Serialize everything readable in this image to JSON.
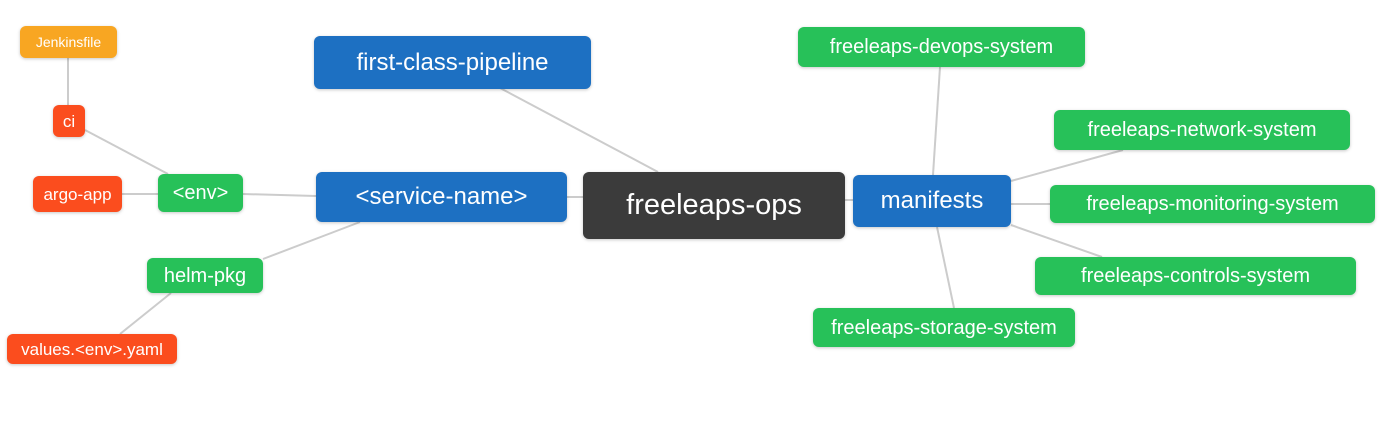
{
  "diagram": {
    "type": "mindmap",
    "root_label": "freeleaps-ops"
  },
  "palette": {
    "root_node": "#3b3b3b",
    "branch_node": "#1d70c2",
    "group_node": "#27c159",
    "item_node": "#fb4d1e",
    "file_node": "#f8a622",
    "edge": "#cccccc",
    "node_text": "#ffffff",
    "background": "#ffffff"
  },
  "nodes": [
    {
      "id": "jenkinsfile",
      "label": "Jenkinsfile",
      "level": "file",
      "parent": "ci"
    },
    {
      "id": "ci",
      "label": "ci",
      "level": "item",
      "parent": "env"
    },
    {
      "id": "argo-app",
      "label": "argo-app",
      "level": "item",
      "parent": "env"
    },
    {
      "id": "env",
      "label": "<env>",
      "level": "group",
      "parent": "service-name"
    },
    {
      "id": "helm-pkg",
      "label": "helm-pkg",
      "level": "group",
      "parent": "service-name"
    },
    {
      "id": "values-env-yaml",
      "label": "values.<env>.yaml",
      "level": "item",
      "parent": "helm-pkg"
    },
    {
      "id": "first-class-pipeline",
      "label": "first-class-pipeline",
      "level": "branch",
      "parent": "freeleaps-ops"
    },
    {
      "id": "service-name",
      "label": "<service-name>",
      "level": "branch",
      "parent": "freeleaps-ops"
    },
    {
      "id": "freeleaps-ops",
      "label": "freeleaps-ops",
      "level": "root",
      "parent": null
    },
    {
      "id": "manifests",
      "label": "manifests",
      "level": "branch",
      "parent": "freeleaps-ops"
    },
    {
      "id": "freeleaps-devops-system",
      "label": "freeleaps-devops-system",
      "level": "group",
      "parent": "manifests"
    },
    {
      "id": "freeleaps-network-system",
      "label": "freeleaps-network-system",
      "level": "group",
      "parent": "manifests"
    },
    {
      "id": "freeleaps-monitoring-system",
      "label": "freeleaps-monitoring-system",
      "level": "group",
      "parent": "manifests"
    },
    {
      "id": "freeleaps-controls-system",
      "label": "freeleaps-controls-system",
      "level": "group",
      "parent": "manifests"
    },
    {
      "id": "freeleaps-storage-system",
      "label": "freeleaps-storage-system",
      "level": "group",
      "parent": "manifests"
    }
  ]
}
